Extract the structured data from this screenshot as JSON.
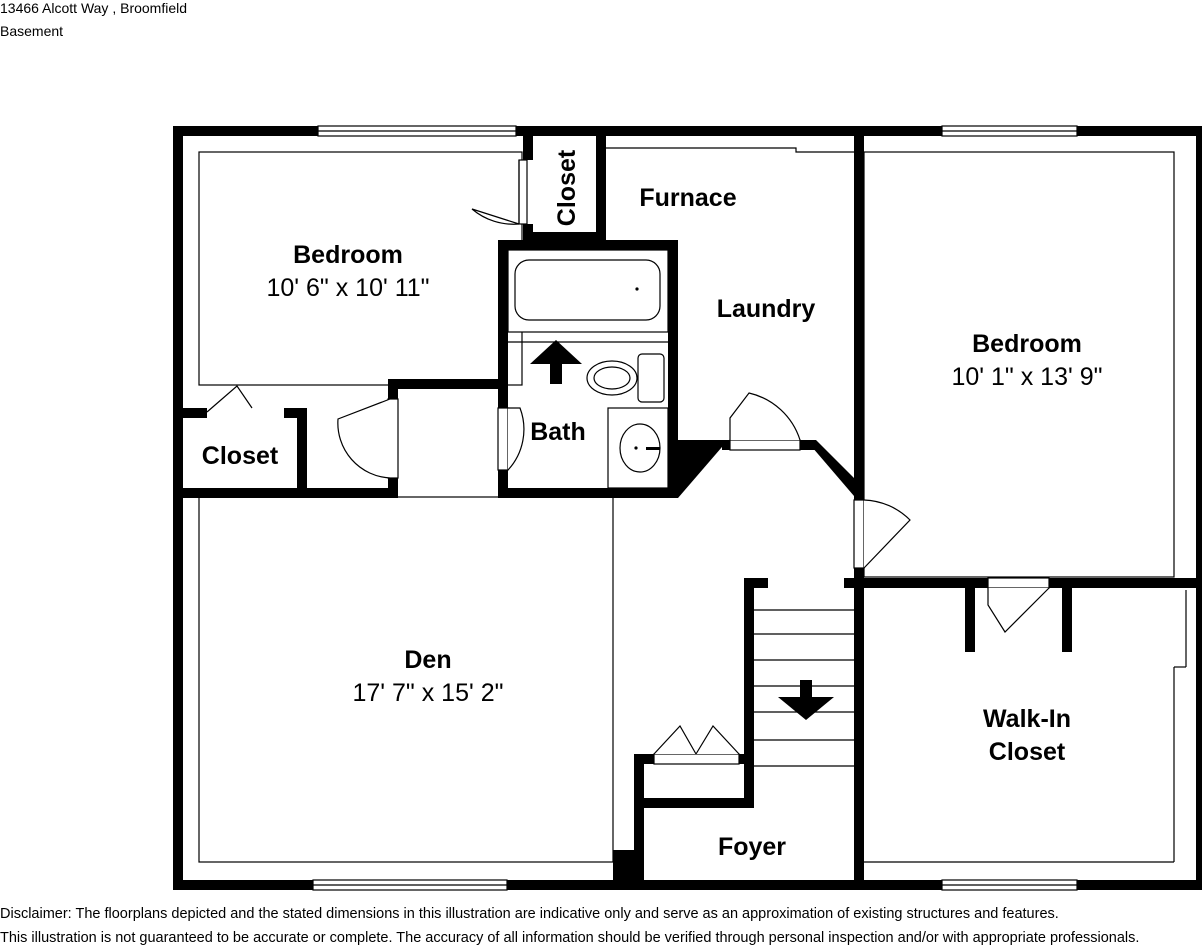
{
  "header": {
    "address": "13466 Alcott Way , Broomfield",
    "level": "Basement"
  },
  "rooms": {
    "bedroom_left": {
      "name": "Bedroom",
      "dims": "10' 6\" x 10' 11\""
    },
    "closet_top": {
      "name": "Closet"
    },
    "furnace": {
      "name": "Furnace"
    },
    "laundry": {
      "name": "Laundry"
    },
    "bath": {
      "name": "Bath"
    },
    "closet_left": {
      "name": "Closet"
    },
    "bedroom_right": {
      "name": "Bedroom",
      "dims": "10' 1\" x 13' 9\""
    },
    "den": {
      "name": "Den",
      "dims": "17' 7\" x 15' 2\""
    },
    "walkin": {
      "name_line1": "Walk-In",
      "name_line2": "Closet"
    },
    "foyer": {
      "name": "Foyer"
    }
  },
  "disclaimer": {
    "line1": "Disclaimer: The floorplans depicted and the stated dimensions in this illustration are indicative only and serve as an approximation of existing structures and features.",
    "line2": "This illustration is not guaranteed to be accurate or complete. The accuracy of all information should be verified through personal inspection and/or with appropriate professionals."
  }
}
